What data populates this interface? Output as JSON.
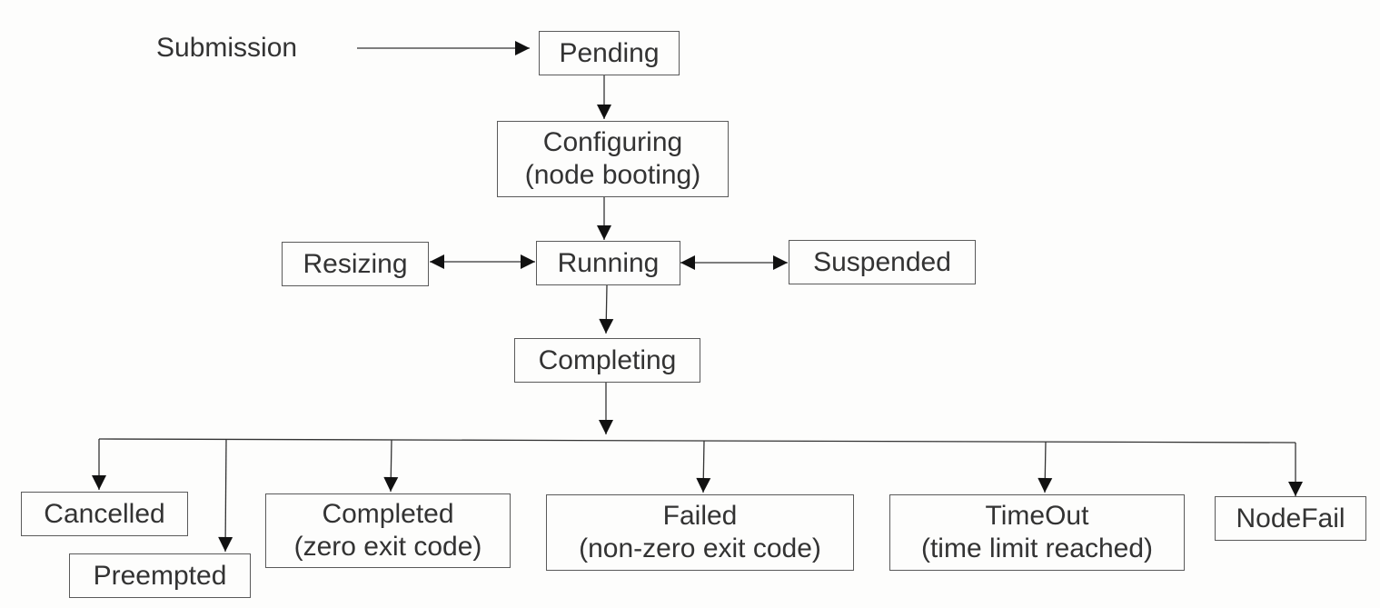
{
  "entry_label": "Submission",
  "states": {
    "pending": [
      "Pending"
    ],
    "configuring": [
      "Configuring",
      "(node booting)"
    ],
    "resizing": [
      "Resizing"
    ],
    "running": [
      "Running"
    ],
    "suspended": [
      "Suspended"
    ],
    "completing": [
      "Completing"
    ],
    "cancelled": [
      "Cancelled"
    ],
    "preempted": [
      "Preempted"
    ],
    "completed": [
      "Completed",
      "(zero exit code)"
    ],
    "failed": [
      "Failed",
      "(non-zero exit code)"
    ],
    "timeout": [
      "TimeOut",
      "(time limit reached)"
    ],
    "nodefail": [
      "NodeFail"
    ]
  },
  "edges": [
    {
      "from": "submission",
      "to": "pending"
    },
    {
      "from": "pending",
      "to": "configuring"
    },
    {
      "from": "configuring",
      "to": "running"
    },
    {
      "from": "running",
      "to": "resizing",
      "bidirectional": true
    },
    {
      "from": "running",
      "to": "suspended",
      "bidirectional": true
    },
    {
      "from": "running",
      "to": "completing"
    },
    {
      "from": "completing",
      "to": "cancelled"
    },
    {
      "from": "completing",
      "to": "preempted"
    },
    {
      "from": "completing",
      "to": "completed"
    },
    {
      "from": "completing",
      "to": "failed"
    },
    {
      "from": "completing",
      "to": "timeout"
    },
    {
      "from": "completing",
      "to": "nodefail"
    }
  ],
  "colors": {
    "line": "#333333",
    "border": "#5a5a5a",
    "text": "#333333",
    "background": "#fdfdfc"
  }
}
